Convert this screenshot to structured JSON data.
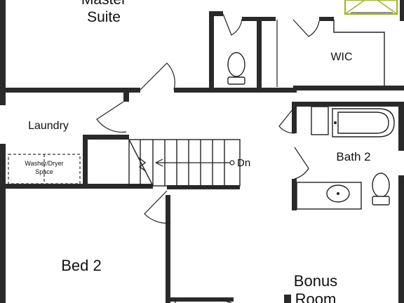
{
  "rooms": {
    "master_suite": {
      "line1": "Master",
      "line2": "Suite"
    },
    "wic": "WIC",
    "laundry": "Laundry",
    "washer_dryer": {
      "line1": "Washer/Dryer",
      "line2": "Space"
    },
    "stair_label": "Dn",
    "bath2": "Bath 2",
    "bed2": "Bed 2",
    "bonus_room": {
      "line1": "Bonus",
      "line2": "Room"
    }
  },
  "colors": {
    "wall": "#2a2a2a",
    "line": "#222222",
    "background": "#ffffff",
    "skylight": "#9bb526"
  }
}
